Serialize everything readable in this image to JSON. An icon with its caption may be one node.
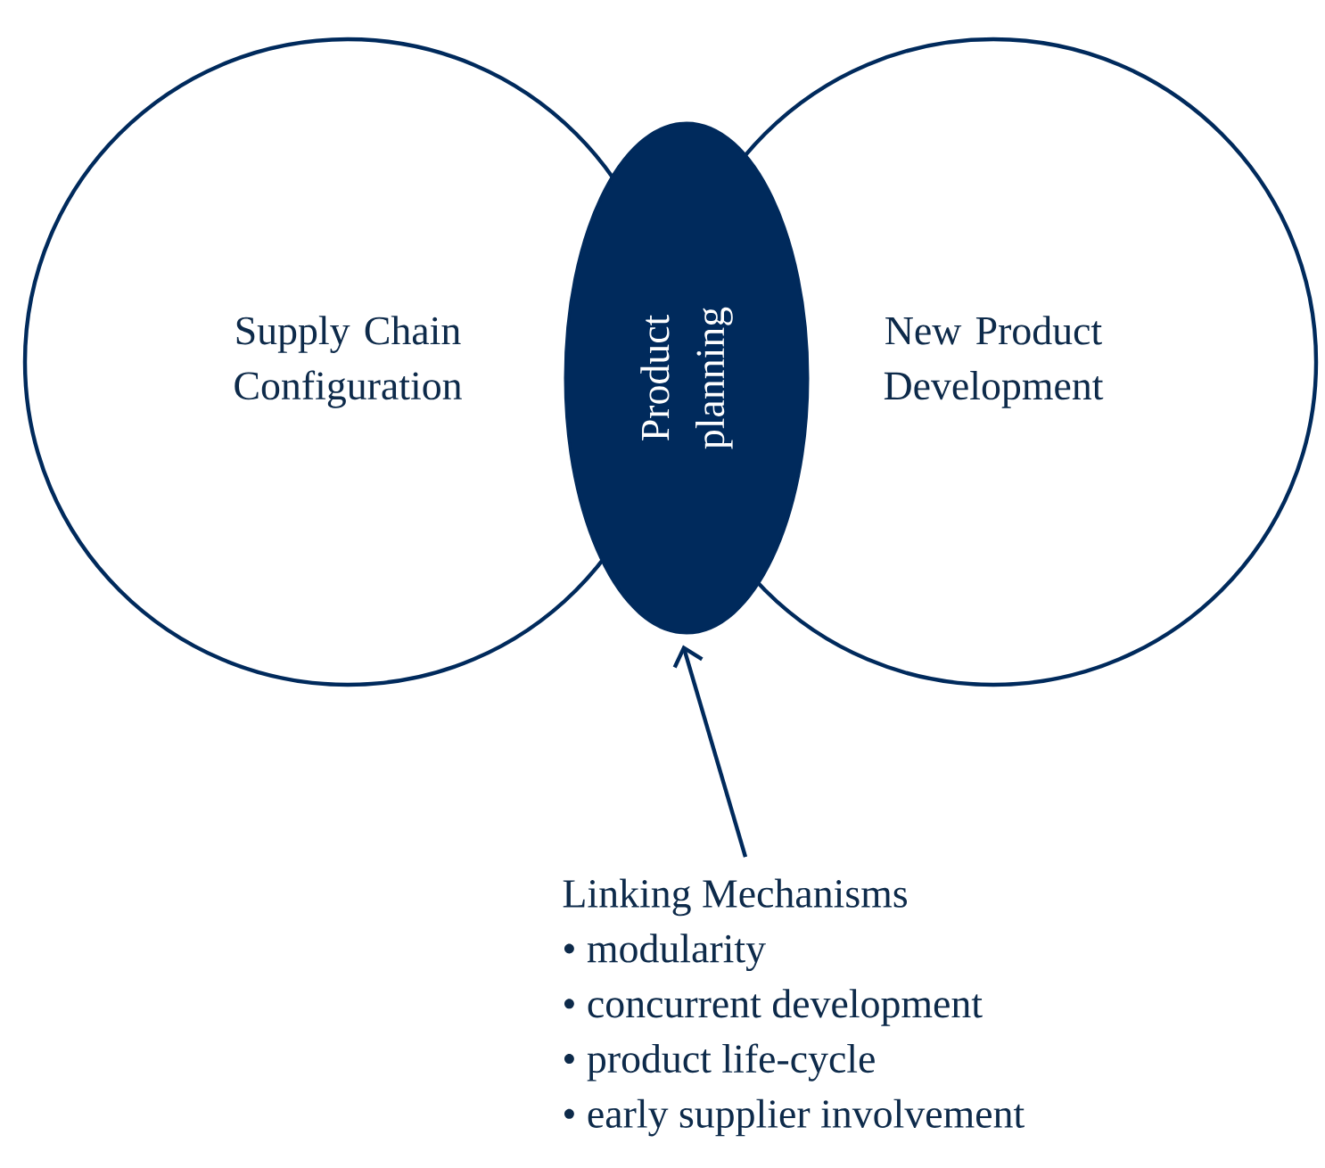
{
  "diagram": {
    "nodes": [
      {
        "text": [
          "Supply Chain Configuration"
        ]
      },
      {
        "text": [
          "New Product Development"
        ]
      },
      {
        "text": [
          "Product planning"
        ]
      },
      {
        "text": [
          "Linking Mechanisms",
          "• modularity",
          "• concurrent development",
          "• product life-cycle",
          "• early supplier involvement"
        ]
      }
    ],
    "edges": [
      {
        "from": 3,
        "to": 2,
        "arrow": "to"
      }
    ]
  }
}
